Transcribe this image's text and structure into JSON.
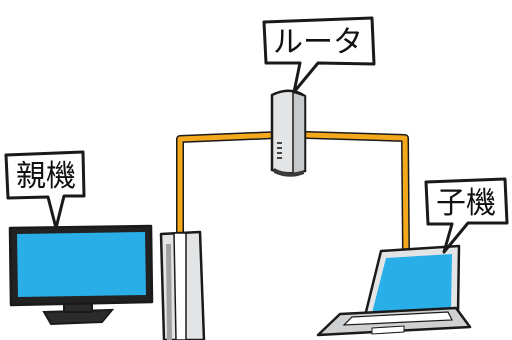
{
  "labels": {
    "router": "ルータ",
    "parent": "親機",
    "child": "子機"
  },
  "colors": {
    "cable": "#f4a81c",
    "screen": "#29aee8",
    "device_gray": "#e3e4e5",
    "device_dark": "#3a3a3a",
    "outline": "#1a1a1a"
  },
  "icons": [
    "router-icon",
    "monitor-icon",
    "pc-tower-icon",
    "laptop-icon",
    "lan-cable"
  ]
}
